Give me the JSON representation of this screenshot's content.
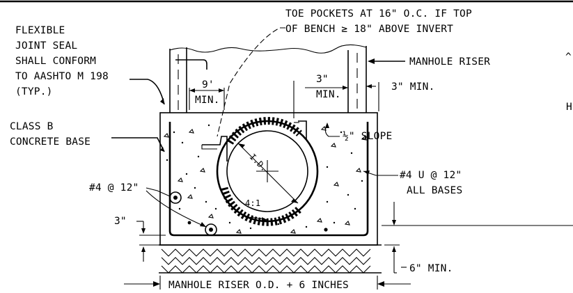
{
  "labels": {
    "toe_pockets_1": "TOE POCKETS AT 16\" O.C. IF TOP",
    "toe_pockets_2": "OF BENCH ≥ 18\" ABOVE INVERT",
    "flexible_1": "FLEXIBLE",
    "flexible_2": "JOINT SEAL",
    "flexible_3": "SHALL CONFORM",
    "flexible_4": "TO AASHTO M 198",
    "flexible_5": "(TYP.)",
    "class_b_1": "CLASS B",
    "class_b_2": "CONCRETE BASE",
    "manhole_riser": "MANHOLE RISER",
    "three_min_right": "3\" MIN.",
    "nine": "9'",
    "min_left": "MIN.",
    "three_top": "3\"",
    "min_top": "MIN.",
    "half_slope": "½\" SLOPE",
    "id": "I.D.",
    "slope_ratio": "4:1",
    "rebar_12": "#4 @ 12\"",
    "u_12_1": "#4 U @ 12\"",
    "u_12_2": "ALL BASES",
    "three_left": "3\"",
    "six_min": "6\" MIN.",
    "bottom_dim": "MANHOLE RISER O.D. + 6 INCHES",
    "edge_char_1": "^",
    "edge_char_2": "H"
  }
}
